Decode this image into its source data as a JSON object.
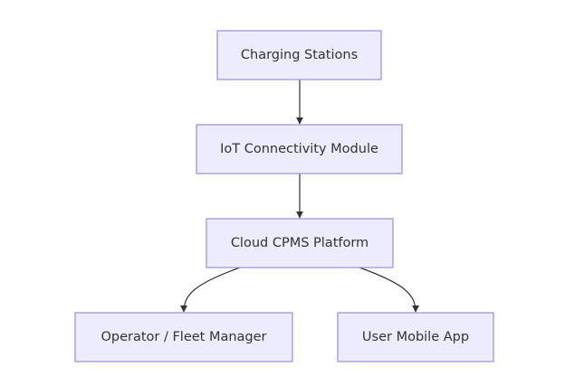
{
  "diagram": {
    "type": "flowchart",
    "direction": "top-down",
    "nodes": [
      {
        "id": "charging_stations",
        "label": "Charging Stations"
      },
      {
        "id": "iot_module",
        "label": "IoT Connectivity Module"
      },
      {
        "id": "cloud_cpms",
        "label": "Cloud CPMS Platform"
      },
      {
        "id": "operator",
        "label": "Operator / Fleet Manager"
      },
      {
        "id": "user_app",
        "label": "User Mobile App"
      }
    ],
    "edges": [
      {
        "from": "charging_stations",
        "to": "iot_module"
      },
      {
        "from": "iot_module",
        "to": "cloud_cpms"
      },
      {
        "from": "cloud_cpms",
        "to": "operator"
      },
      {
        "from": "cloud_cpms",
        "to": "user_app"
      }
    ],
    "colors": {
      "node_fill": "#ececfe",
      "node_border": "#9d96db",
      "edge": "#333333",
      "text": "#333333",
      "background": "#ffffff"
    }
  }
}
